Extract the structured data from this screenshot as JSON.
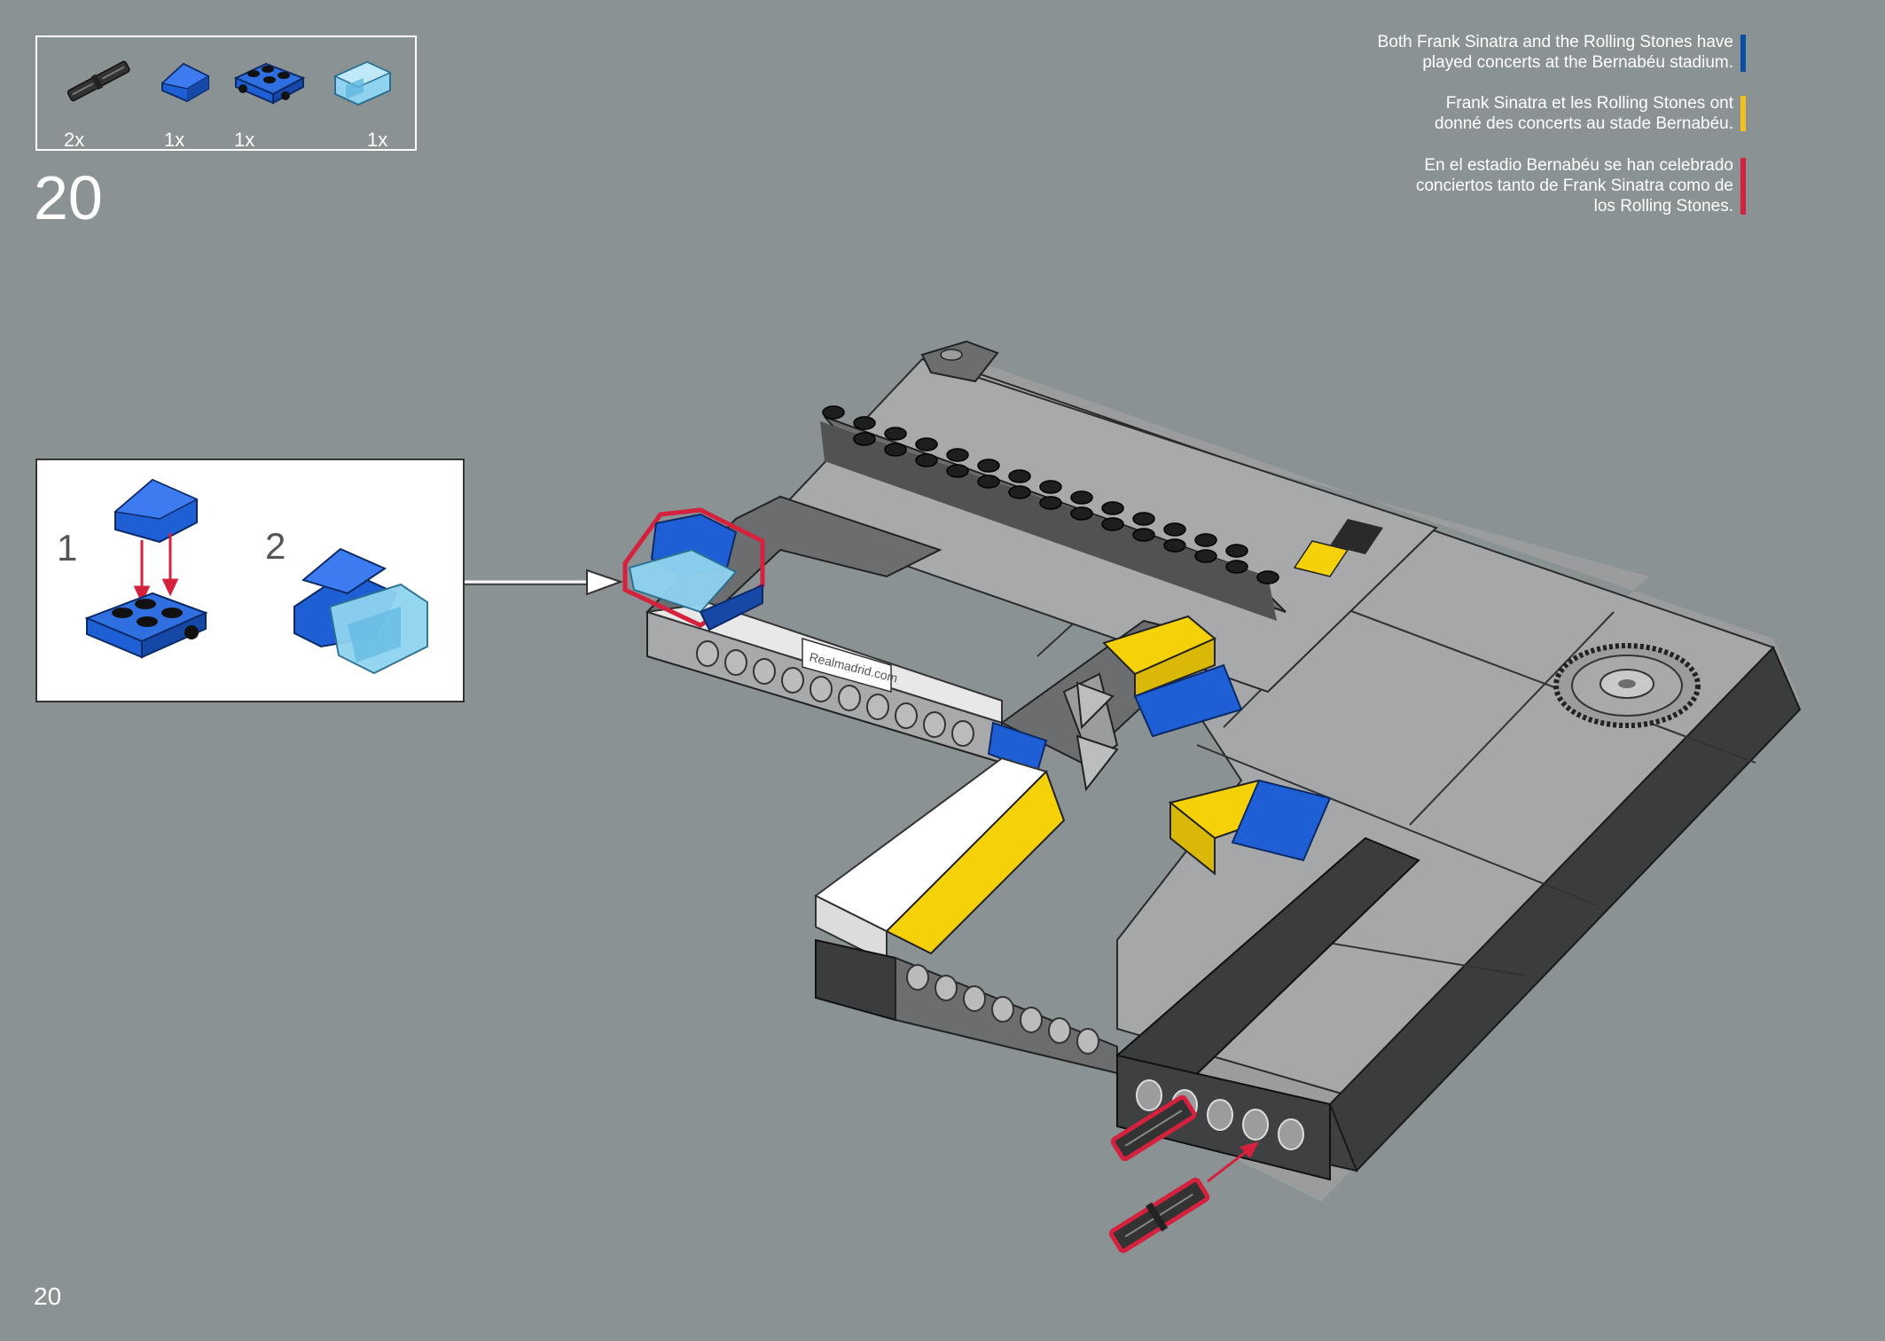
{
  "step": {
    "number": "20"
  },
  "parts": [
    {
      "icon": "black-axle-pin-icon",
      "qty": "2x"
    },
    {
      "icon": "blue-slope-brick-icon",
      "qty": "1x"
    },
    {
      "icon": "blue-plate-with-pins-icon",
      "qty": "1x"
    },
    {
      "icon": "trans-light-blue-panel-icon",
      "qty": "1x"
    }
  ],
  "facts": [
    {
      "lang": "en",
      "text": "Both Frank Sinatra and the Rolling Stones have played concerts at the Bernabéu stadium.",
      "lines": [
        "Both Frank Sinatra and the Rolling Stones have",
        "played concerts at the Bernabéu stadium."
      ],
      "color": "#0a4fa3"
    },
    {
      "lang": "fr",
      "text": "Frank Sinatra et les Rolling Stones ont donné des concerts au stade Bernabéu.",
      "lines": [
        "Frank Sinatra et les Rolling Stones ont",
        "donné des concerts au stade Bernabéu."
      ],
      "color": "#f2c21b"
    },
    {
      "lang": "es",
      "text": "En el estadio Bernabéu se han celebrado conciertos tanto de Frank Sinatra como de los Rolling Stones.",
      "lines": [
        "En el estadio Bernabéu se han celebrado",
        "conciertos tanto de Frank Sinatra como de",
        "los Rolling Stones."
      ],
      "color": "#d4213d"
    }
  ],
  "subassembly": {
    "steps": [
      "1",
      "2"
    ]
  },
  "model": {
    "label_text": "Realmadrid.com"
  },
  "page": {
    "number": "20"
  },
  "colors": {
    "background": "#8a9294",
    "blue": "#1f5fd6",
    "yellow": "#f5d10a",
    "highlight_red": "#d4213d",
    "trans_blue": "#8fd3f0",
    "dark_grey": "#4a4c4e",
    "grey": "#a7a9ab"
  }
}
